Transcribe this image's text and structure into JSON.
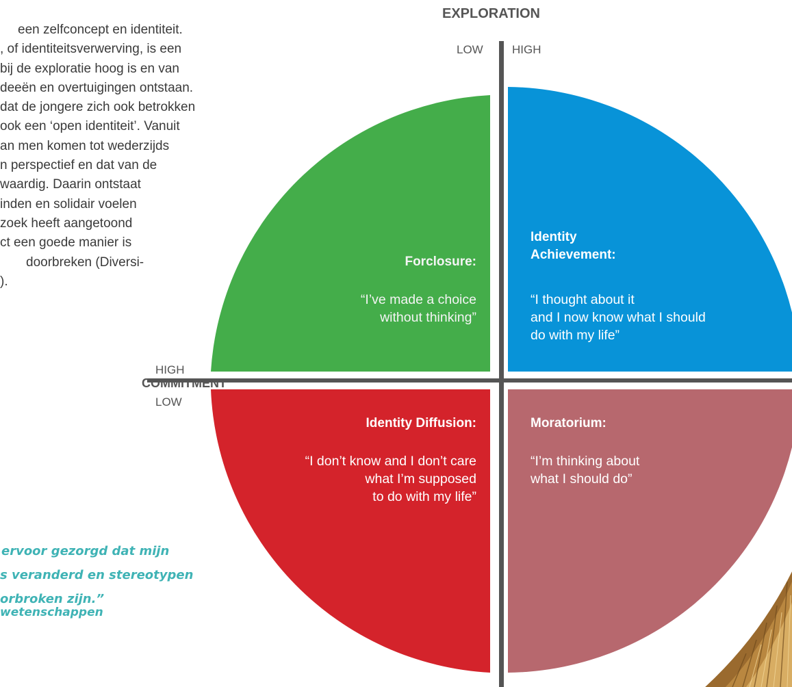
{
  "body_text": {
    "lines": [
      "een  zelfconcept  en  identiteit.",
      ", of identiteitsverwerving, is een",
      "bij de exploratie hoog is en van",
      "deeën en overtuigingen ontstaan.",
      "dat de jongere zich ook betrokken",
      "ook een ‘open identiteit’. Vanuit",
      "an men komen tot wederzijds",
      "n perspectief en dat van de",
      "waardig. Daarin ontstaat",
      "inden en solidair voelen",
      "zoek heeft aangetoond",
      "ct een goede manier is",
      "doorbreken (Diversi-",
      ")."
    ]
  },
  "axes": {
    "exploration_label": "EXPLORATION",
    "exploration_low": "LOW",
    "exploration_high": "HIGH",
    "commitment_label": "COMMITMENT",
    "commitment_high": "HIGH",
    "commitment_low": "LOW"
  },
  "quadrants": {
    "forclosure": {
      "title": "Forclosure:",
      "lines": [
        "“I’ve made a choice",
        "without thinking”"
      ],
      "color": "#44ad4a"
    },
    "achievement": {
      "title_lines": [
        "Identity",
        "Achievement:"
      ],
      "lines": [
        "“I thought about it",
        "and I now know what I should",
        "do with my life”"
      ],
      "color": "#0893d8"
    },
    "diffusion": {
      "title": "Identity Diffusion:",
      "lines": [
        "“I don’t know and I don’t care",
        "what I’m supposed",
        "to do with my life”"
      ],
      "color": "#d4232b"
    },
    "moratorium": {
      "title": "Moratorium:",
      "lines": [
        "“I’m thinking about",
        "what I should do”"
      ],
      "color": "#b7686e"
    }
  },
  "quote": {
    "lines": [
      "ervoor gezorgd dat mijn",
      "s veranderd en stereotypen",
      "orbroken zijn.”"
    ],
    "source": "wetenschappen"
  },
  "colors": {
    "axis": "#555555",
    "quote": "#3fb3b5",
    "text": "#3a3a3a"
  }
}
